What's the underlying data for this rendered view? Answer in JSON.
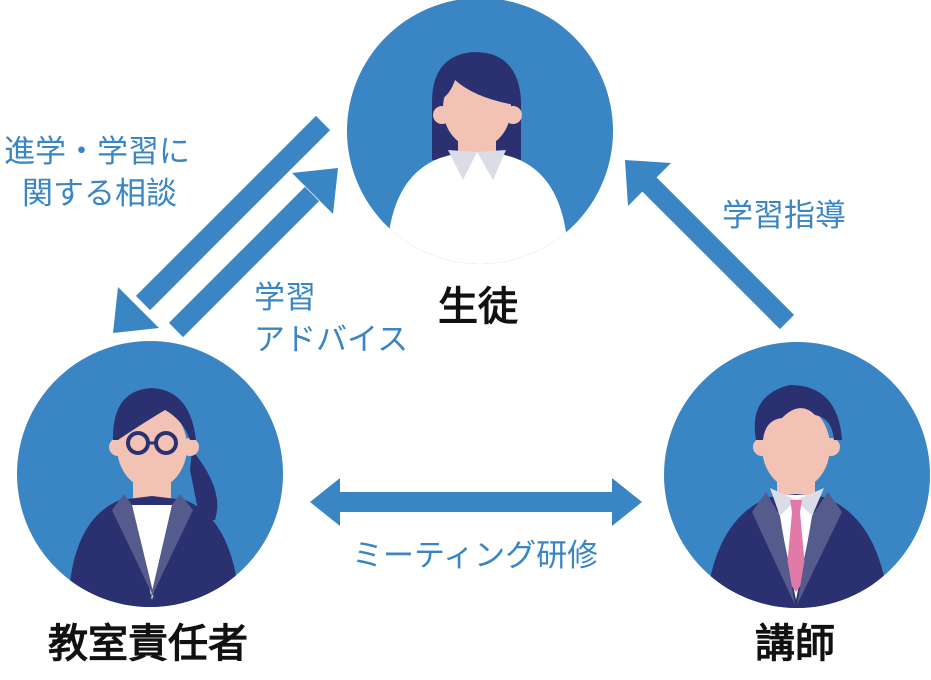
{
  "colors": {
    "accent": "#3a85c3",
    "hair": "#2b3170",
    "skin": "#f2c2b4",
    "suit": "#2b3170",
    "lapel": "#555b8c",
    "collar": "#dadce8",
    "shirt": "#ffffff",
    "tie": "#e17aa9",
    "role_text": "#111111"
  },
  "nodes": {
    "student": {
      "label": "生徒",
      "icon": "student-avatar-icon"
    },
    "manager": {
      "label": "教室責任者",
      "icon": "manager-avatar-icon"
    },
    "teacher": {
      "label": "講師",
      "icon": "teacher-avatar-icon"
    }
  },
  "edges": {
    "consultation": {
      "line1": "進学・学習に",
      "line2": "関する相談",
      "from": "生徒",
      "to": "教室責任者"
    },
    "advice": {
      "line1": "学習",
      "line2": "アドバイス",
      "from": "教室責任者",
      "to": "生徒"
    },
    "instruction": {
      "label": "学習指導",
      "from": "講師",
      "to": "生徒"
    },
    "meeting": {
      "label": "ミーティング研修",
      "between": [
        "教室責任者",
        "講師"
      ]
    }
  }
}
